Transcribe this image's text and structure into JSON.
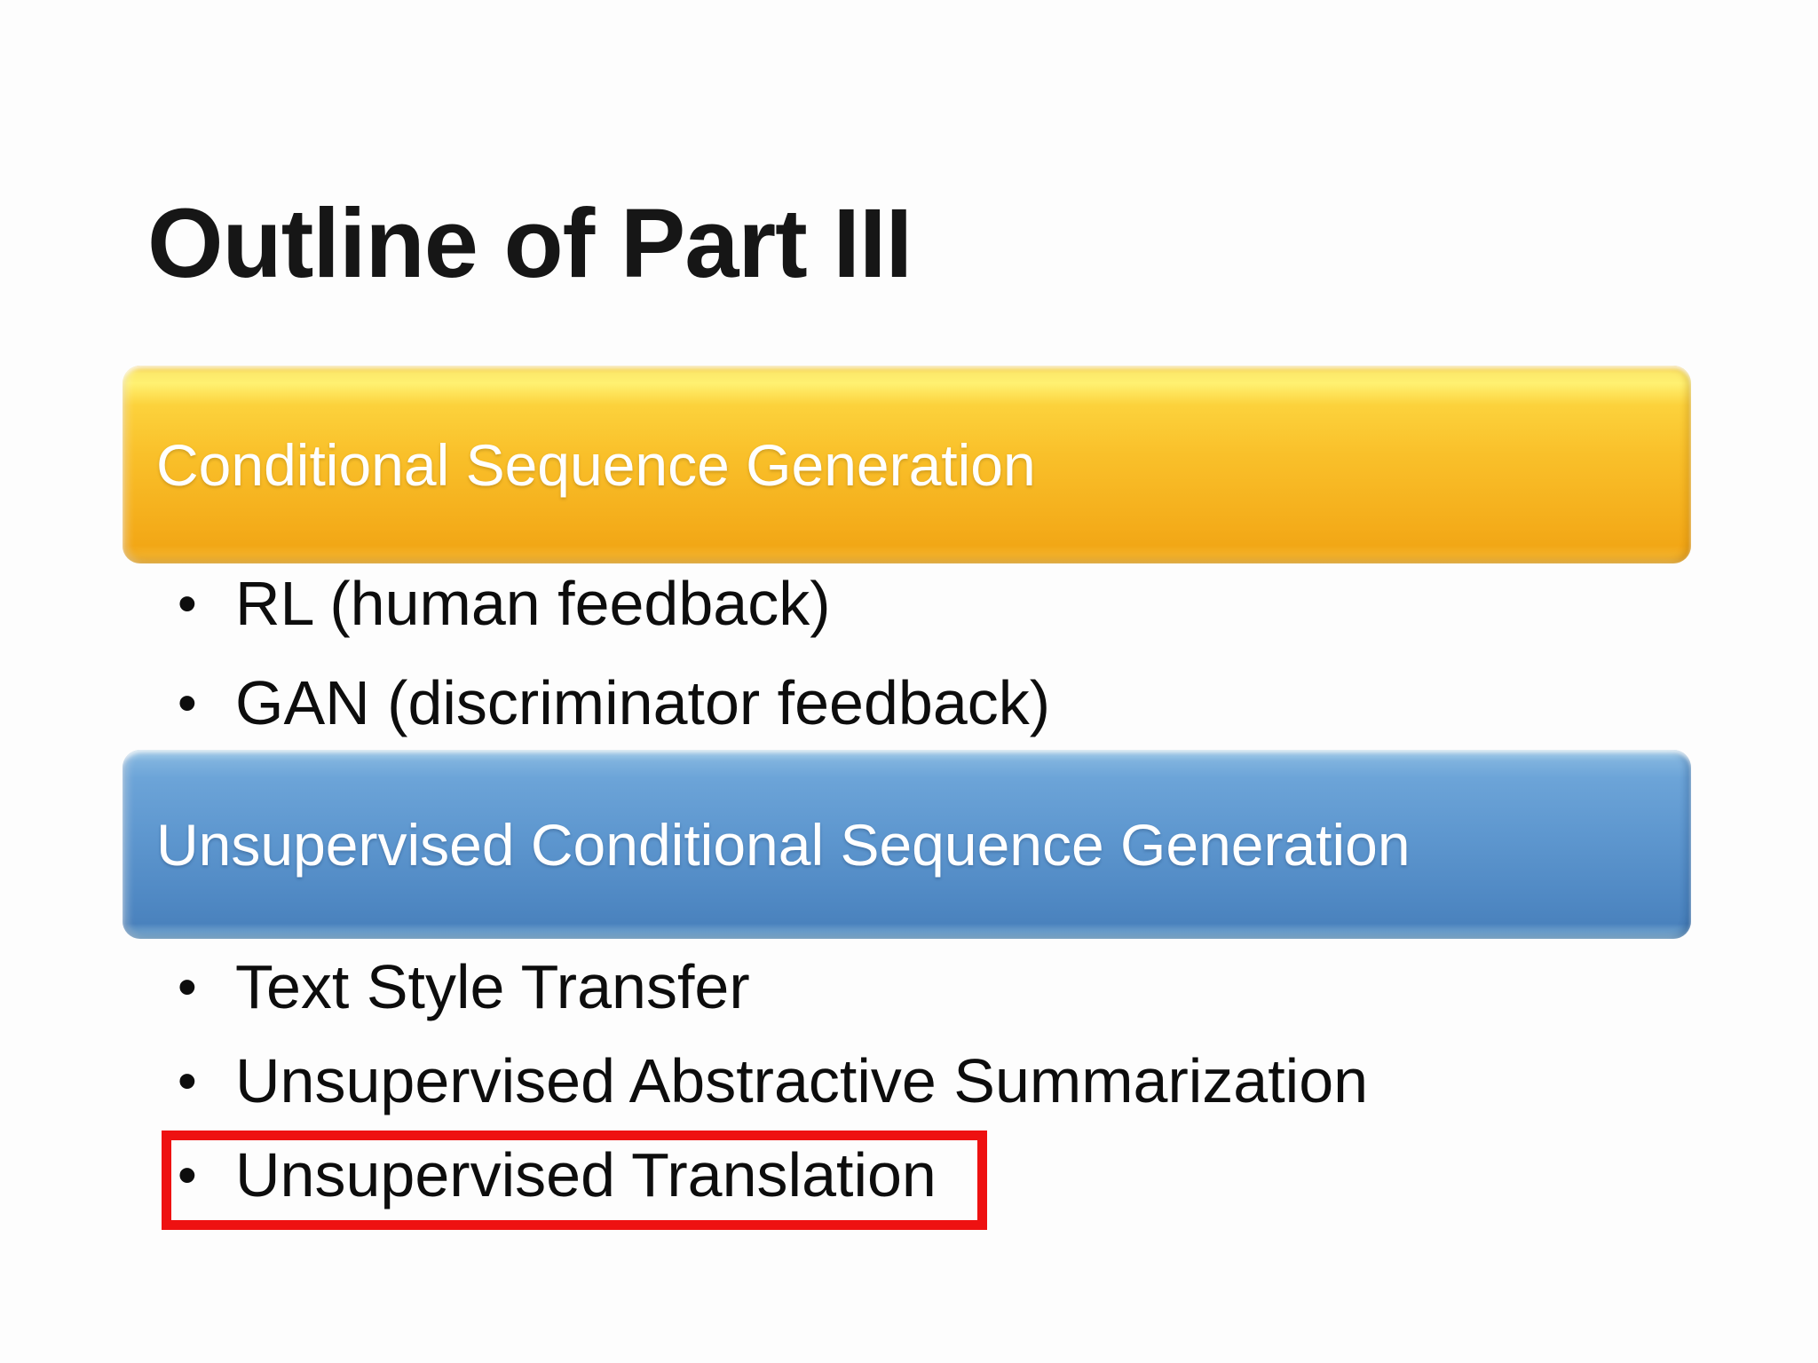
{
  "slide": {
    "title": "Outline of Part III",
    "background_color": "#fdfdfd",
    "bullet_glyph": "•",
    "sections": [
      {
        "banner_label": "Conditional Sequence Generation",
        "banner_color": "#F8BC26",
        "banner_text_color": "#ffffff",
        "bullets": [
          "RL (human feedback)",
          "GAN (discriminator feedback)"
        ]
      },
      {
        "banner_label": "Unsupervised Conditional Sequence Generation",
        "banner_color": "#5B94CD",
        "banner_text_color": "#ffffff",
        "bullets": [
          "Text Style Transfer",
          "Unsupervised Abstractive Summarization",
          "Unsupervised Translation"
        ]
      }
    ],
    "highlight": {
      "highlighted_text": "Unsupervised Translation",
      "box_color": "#EE1111"
    }
  }
}
